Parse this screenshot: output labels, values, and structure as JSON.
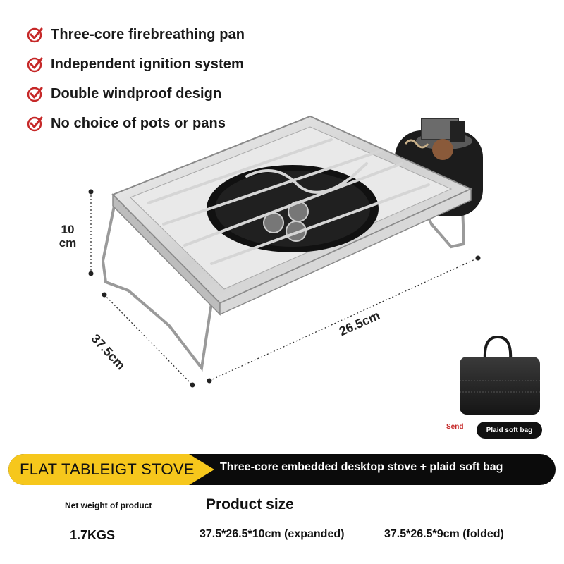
{
  "features": [
    {
      "icon": "check-icon",
      "label": "Three-core firebreathing pan"
    },
    {
      "icon": "check-icon",
      "label": "Independent ignition system"
    },
    {
      "icon": "check-icon",
      "label": "Double windproof design"
    },
    {
      "icon": "check-icon",
      "label": "No choice of pots or pans"
    }
  ],
  "colors": {
    "accent_red": "#c62828",
    "banner_yellow": "#f6c71c",
    "banner_black": "#0b0b0b"
  },
  "dimensions": {
    "height": "10\ncm",
    "depth": "37.5cm",
    "width": "26.5cm"
  },
  "bag": {
    "send": "Send",
    "label": "Plaid soft bag"
  },
  "banner": {
    "title": "FLAT TABLEIGT STOVE",
    "subtitle": "Three-core embedded desktop stove + plaid soft bag"
  },
  "specs": {
    "net_weight_label": "Net weight of product",
    "product_size_label": "Product size",
    "weight": "1.7KGS",
    "expanded": "37.5*26.5*10cm (expanded)",
    "folded": "37.5*26.5*9cm (folded)"
  }
}
